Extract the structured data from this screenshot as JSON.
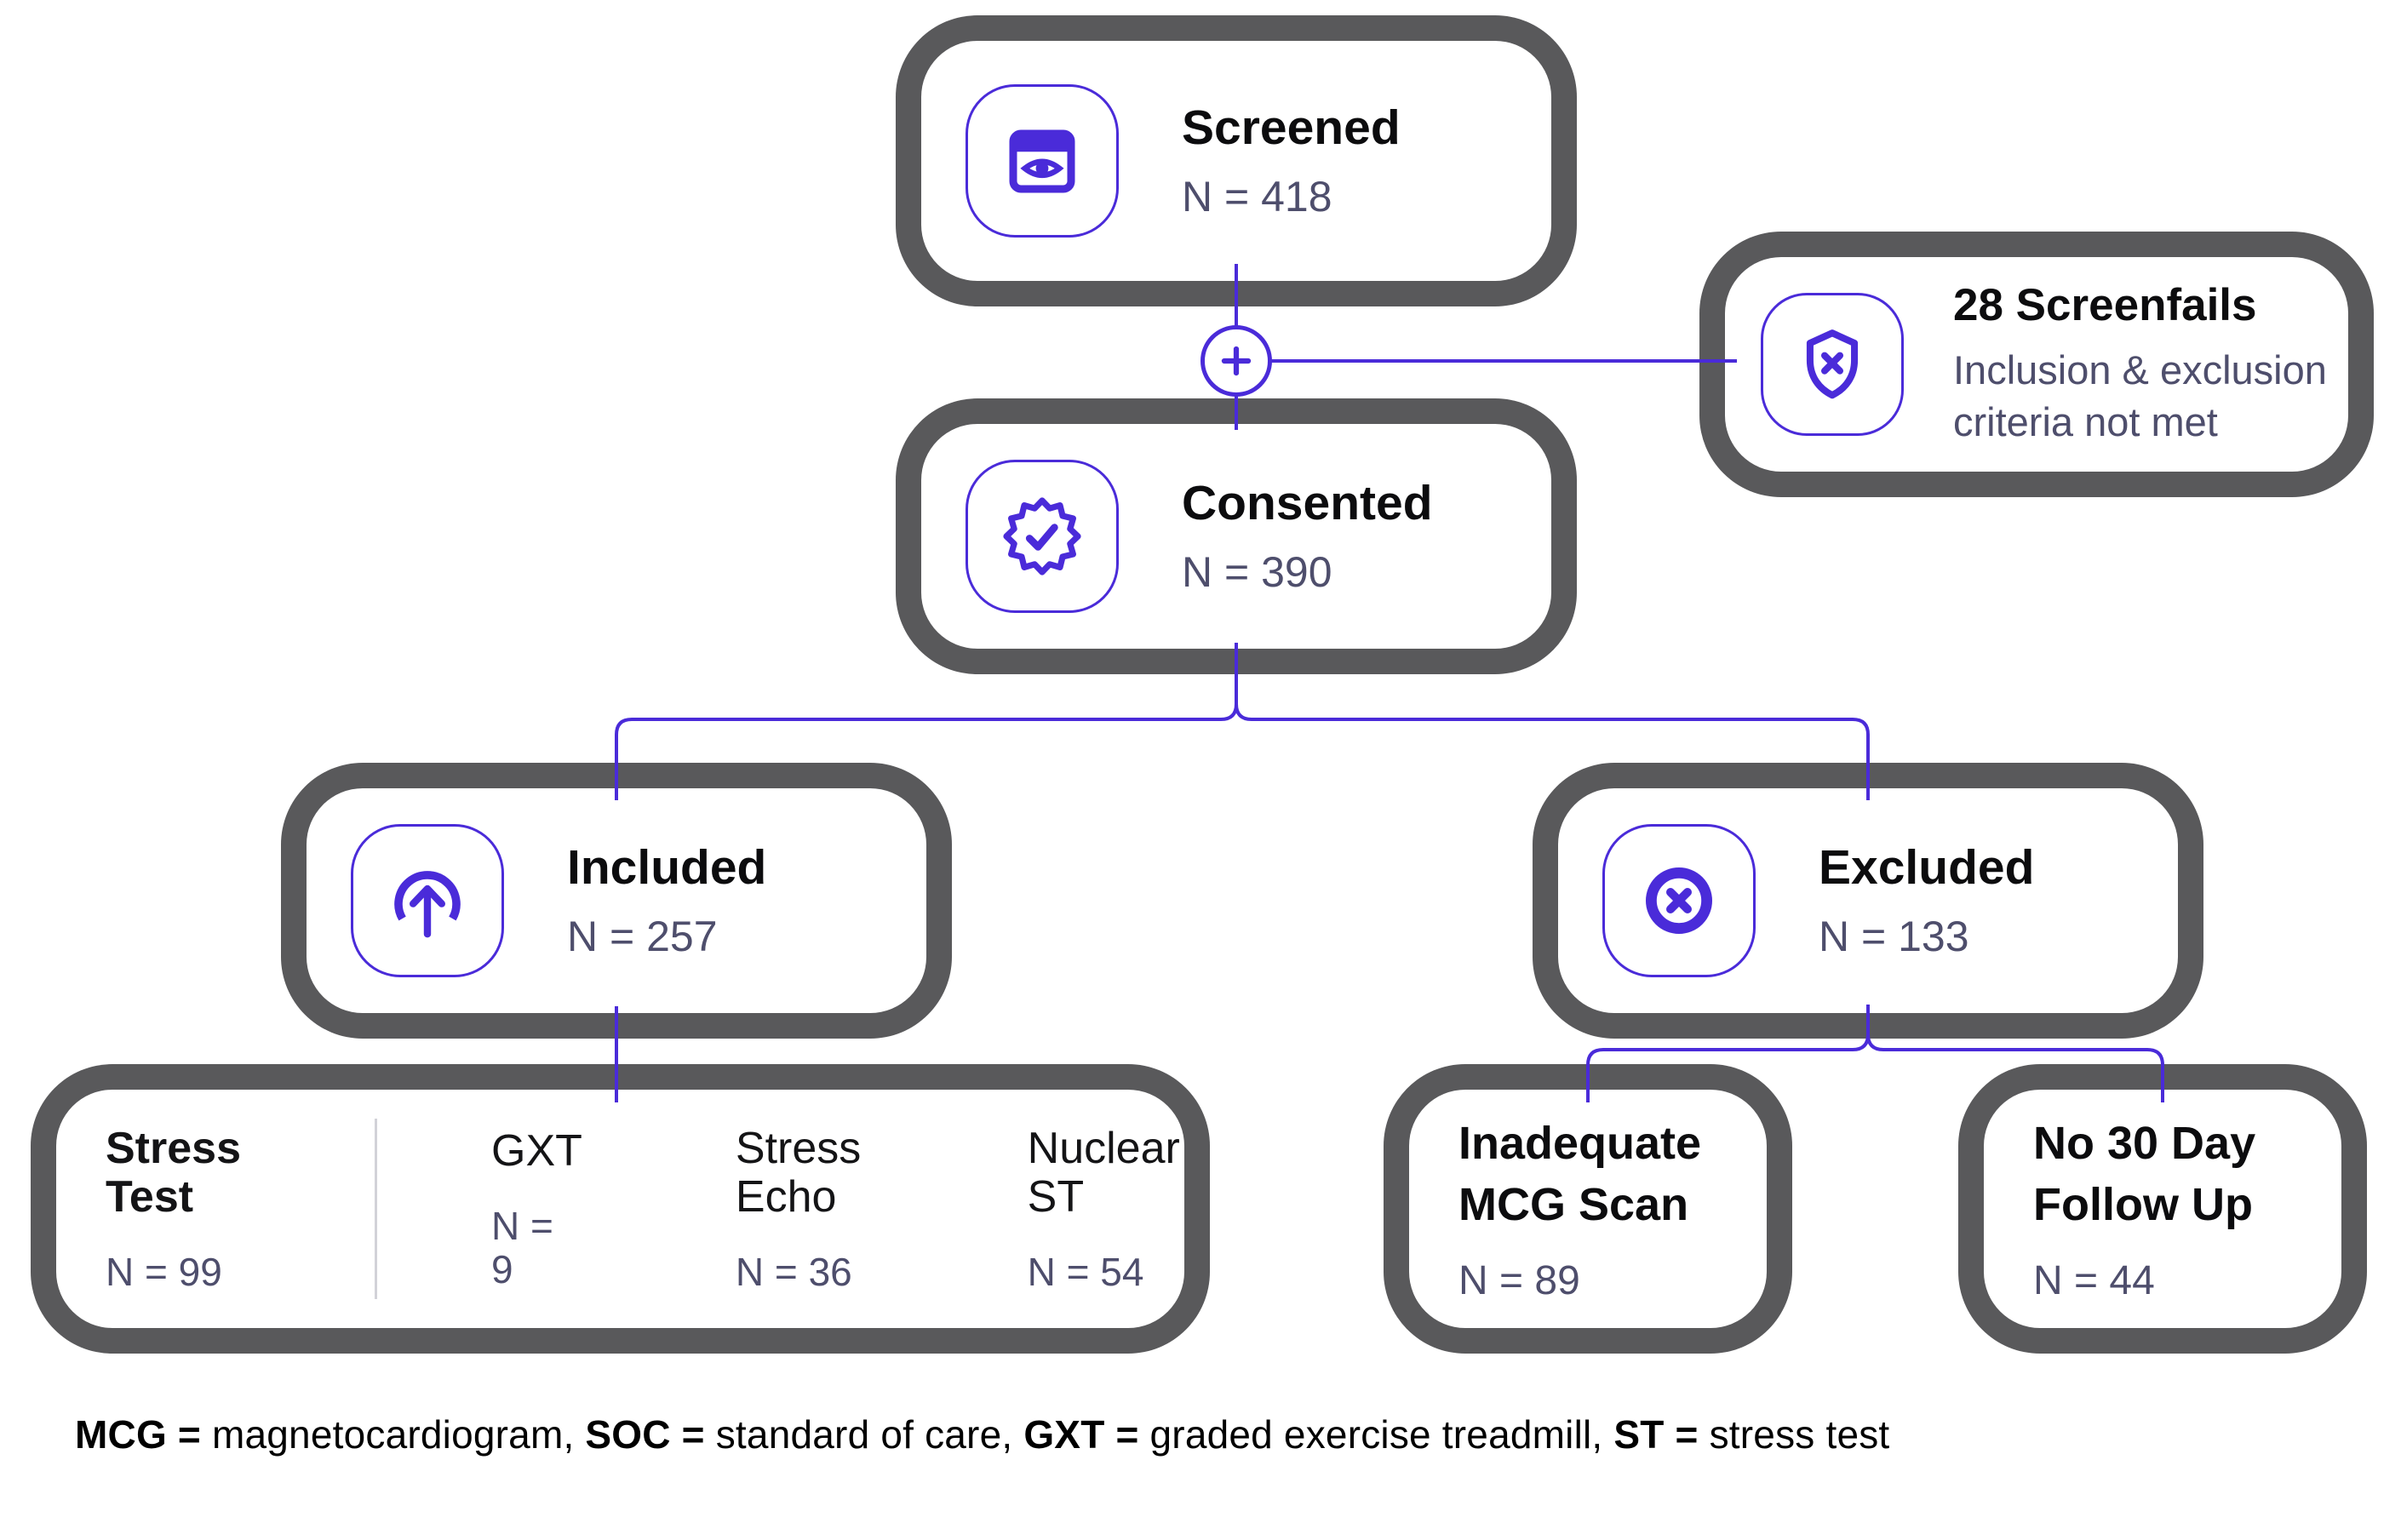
{
  "colors": {
    "accent": "#4A2BD9",
    "border_gray": "#59595B",
    "slate": "#4E4E6C",
    "ink": "#0C0C0E",
    "divider": "#D2D2D8"
  },
  "nodes": {
    "screened": {
      "title": "Screened",
      "n": "N = 418",
      "icon": "screen-eye-icon"
    },
    "screenfails": {
      "title": "28 Screenfails",
      "subtitle": "Inclusion & exclusion criteria not met",
      "icon": "shield-x-icon"
    },
    "consented": {
      "title": "Consented",
      "n": "N = 390",
      "icon": "badge-check-icon"
    },
    "included": {
      "title": "Included",
      "n": "N = 257",
      "icon": "arrow-up-circle-icon"
    },
    "excluded": {
      "title": "Excluded",
      "n": "N = 133",
      "icon": "circle-x-icon"
    },
    "stress_tests": {
      "items": [
        {
          "label": "Stress Test",
          "n": "N = 99"
        },
        {
          "label": "GXT",
          "n": "N = 9"
        },
        {
          "label": "Stress Echo",
          "n": "N = 36"
        },
        {
          "label": "Nuclear ST",
          "n": "N = 54"
        }
      ]
    },
    "inadequate_mcg": {
      "title": "Inadequate MCG Scan",
      "n": "N = 89"
    },
    "no_30_day": {
      "title": "No 30 Day Follow Up",
      "n": "N = 44"
    }
  },
  "connector": {
    "join_icon": "plus-icon"
  },
  "footer": {
    "parts": [
      {
        "text": "MCG = ",
        "bold": true
      },
      {
        "text": "magnetocardiogram, ",
        "bold": false
      },
      {
        "text": "SOC = ",
        "bold": true
      },
      {
        "text": "standard of care, ",
        "bold": false
      },
      {
        "text": "GXT = ",
        "bold": true
      },
      {
        "text": "graded exercise treadmill, ",
        "bold": false
      },
      {
        "text": "ST = ",
        "bold": true
      },
      {
        "text": "stress test",
        "bold": false
      }
    ]
  }
}
